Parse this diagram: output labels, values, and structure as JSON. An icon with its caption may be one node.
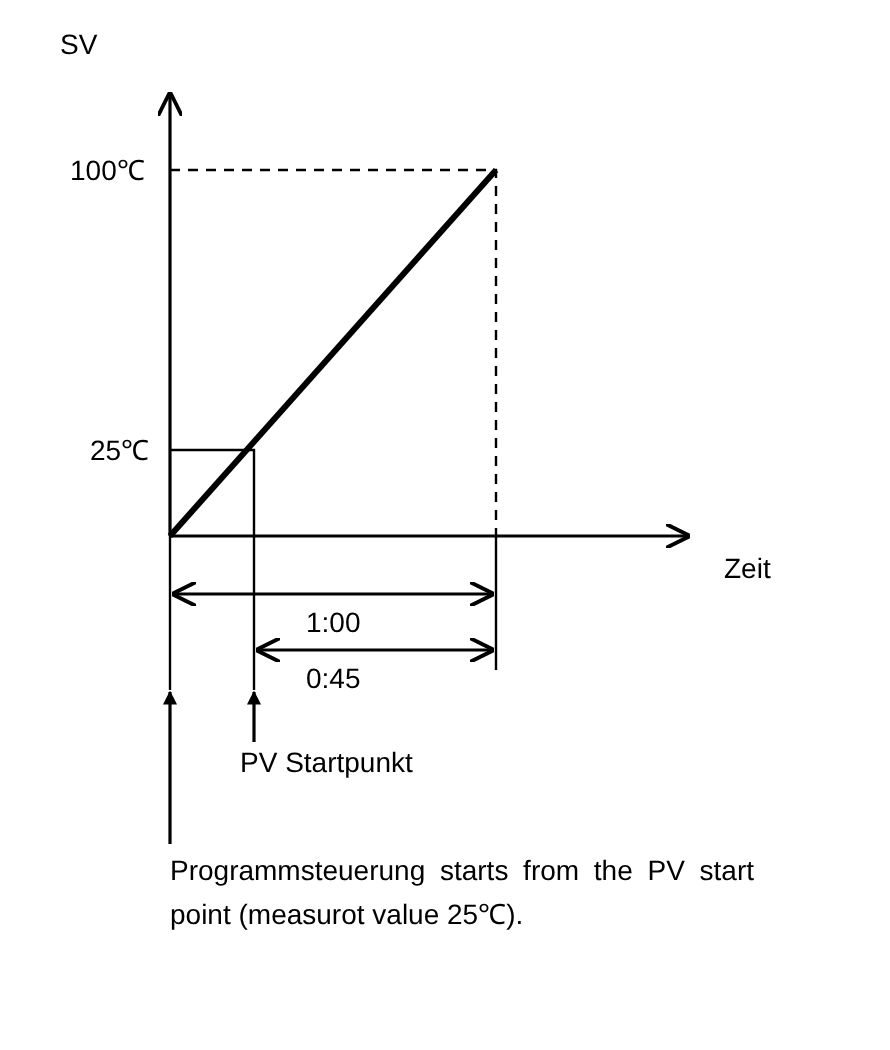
{
  "diagram": {
    "nodes": [
      {
        "text": [
          "PV Startpunkt"
        ]
      },
      {
        "text": [
          "Programmsteuerung starts from the PV start point (measurot value 25℃)."
        ]
      }
    ],
    "edges": [
      {
        "from": 0,
        "to": null,
        "arrow": "to"
      },
      {
        "from": 1,
        "to": null,
        "arrow": "to"
      }
    ],
    "labels": [
      "SV",
      "100℃",
      "25℃",
      "Zeit",
      "1:00",
      "0:45"
    ]
  }
}
